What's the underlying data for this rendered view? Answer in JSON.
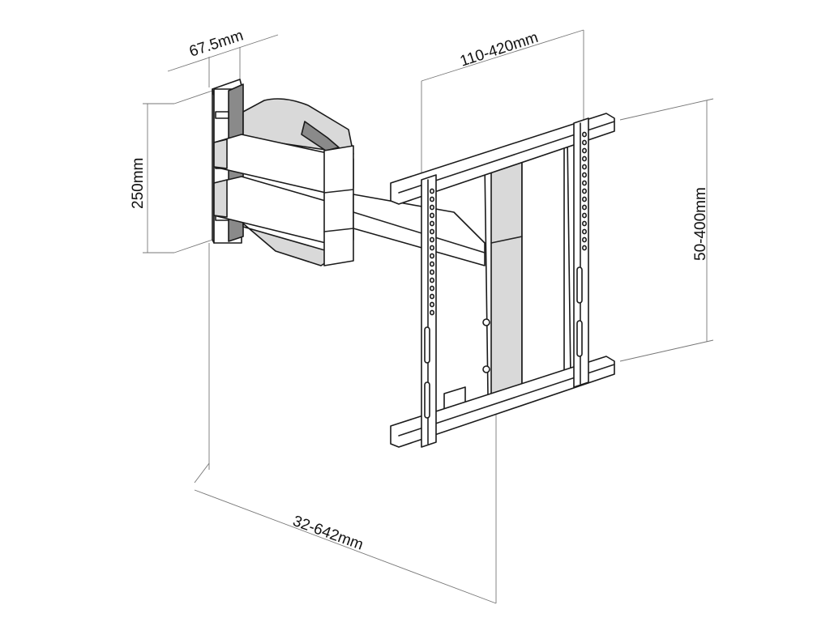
{
  "dimensions": {
    "depth_wall_plate": "67.5mm",
    "horizontal_vesa": "110-420mm",
    "wall_plate_height": "250mm",
    "vertical_vesa": "50-400mm",
    "extension_range": "32-642mm"
  },
  "colors": {
    "line": "#222222",
    "fill_light": "#ffffff",
    "fill_mid": "#d9d9d9",
    "fill_dark": "#8a8a8a"
  }
}
